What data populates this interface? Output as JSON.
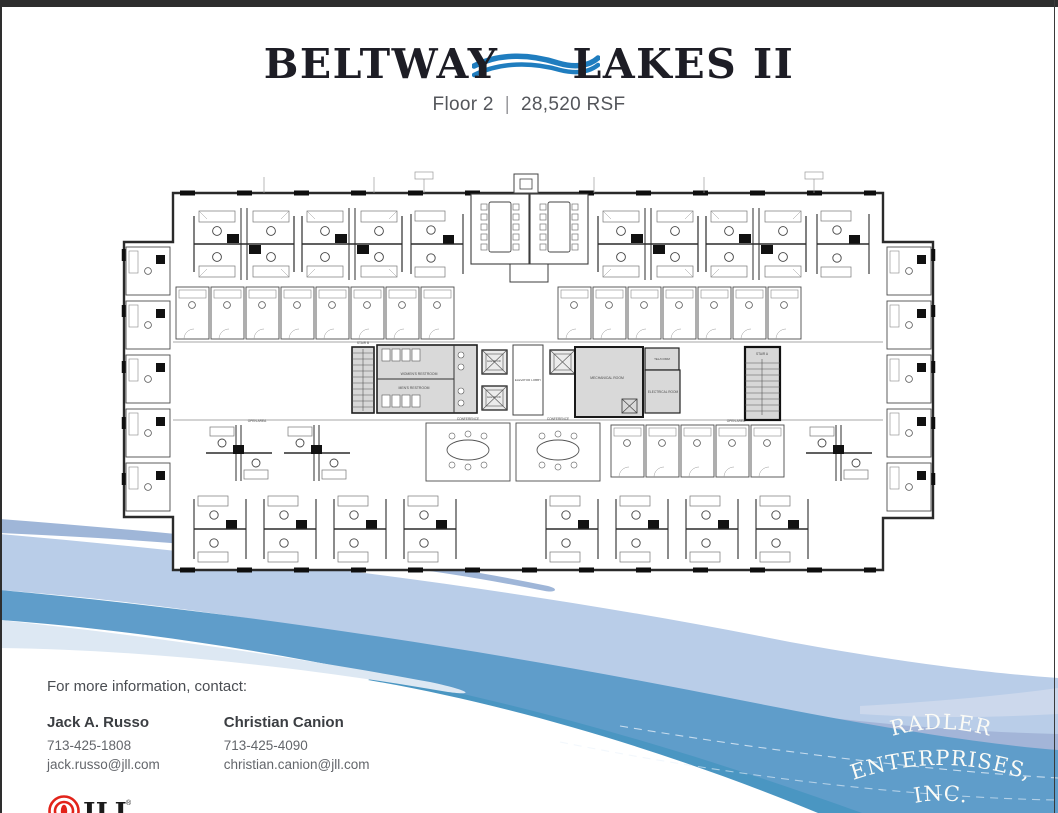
{
  "page": {
    "title_word1": "BELTWAY",
    "title_word2": "LAKES II",
    "floor_label": "Floor 2",
    "sep": "|",
    "rsf_label": "28,520 RSF"
  },
  "plan": {
    "labels": {
      "stair_a": "STAIR A",
      "stair_b": "STAIR B",
      "womens": "WOMEN'S RESTROOM",
      "mens": "MEN'S RESTROOM",
      "elevator": "ELEVATOR",
      "elevator_lobby": "ELEVATOR LOBBY",
      "mechanical": "MECHANICAL ROOM",
      "telcom": "TEL/COMM",
      "electrical": "ELECTRICAL ROOM",
      "conference": "CONFERENCE",
      "open_area": "OPEN AREA"
    }
  },
  "footer": {
    "intro": "For more information, contact:",
    "contacts": [
      {
        "name": "Jack A. Russo",
        "phone": "713-425-1808",
        "email": "jack.russo@jll.com"
      },
      {
        "name": "Christian Canion",
        "phone": "713-425-4090",
        "email": "christian.canion@jll.com"
      }
    ],
    "jll_logo_text": "JLL",
    "jll_reg": "®"
  },
  "branding": {
    "radler_line1": "RADLER",
    "radler_line2": "ENTERPRISES,",
    "radler_line3": "INC."
  },
  "colors": {
    "brand_blue": "#1f7dbf",
    "wave_blue": "#5f9dca",
    "wave_blue_deep": "#4a96c2",
    "wave_light": "#b9cde8",
    "wave_pale": "#dde8f3",
    "wave_periwinkle": "#a3b5d8",
    "wave_lavender": "#ccd8ec",
    "jll_red": "#e2231a",
    "title_color": "#1d1d25"
  }
}
